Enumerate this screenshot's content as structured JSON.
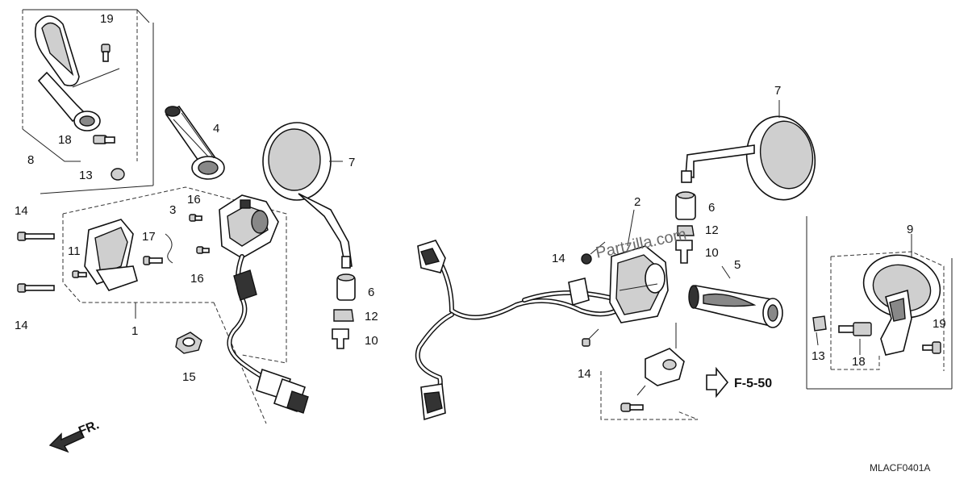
{
  "diagram": {
    "callouts": {
      "n19_tl": "19",
      "n8": "8",
      "n18_tl": "18",
      "n13_tl": "13",
      "n4": "4",
      "n7_l": "7",
      "n14_a": "14",
      "n14_b": "14",
      "n11": "11",
      "n17": "17",
      "n3": "3",
      "n16_a": "16",
      "n16_b": "16",
      "n1": "1",
      "n15": "15",
      "n6_l": "6",
      "n12_l": "12",
      "n10_l": "10",
      "n7_r": "7",
      "n6_r": "6",
      "n12_r": "12",
      "n10_r": "10",
      "n2": "2",
      "n14_c": "14",
      "n14_d": "14",
      "n5": "5",
      "n9": "9",
      "n13_r": "13",
      "n18_r": "18",
      "n19_r": "19"
    },
    "reference_label": "F-5-50",
    "front_label": "FR.",
    "diagram_code": "MLACF0401A",
    "watermark": "Partzilla.com"
  }
}
